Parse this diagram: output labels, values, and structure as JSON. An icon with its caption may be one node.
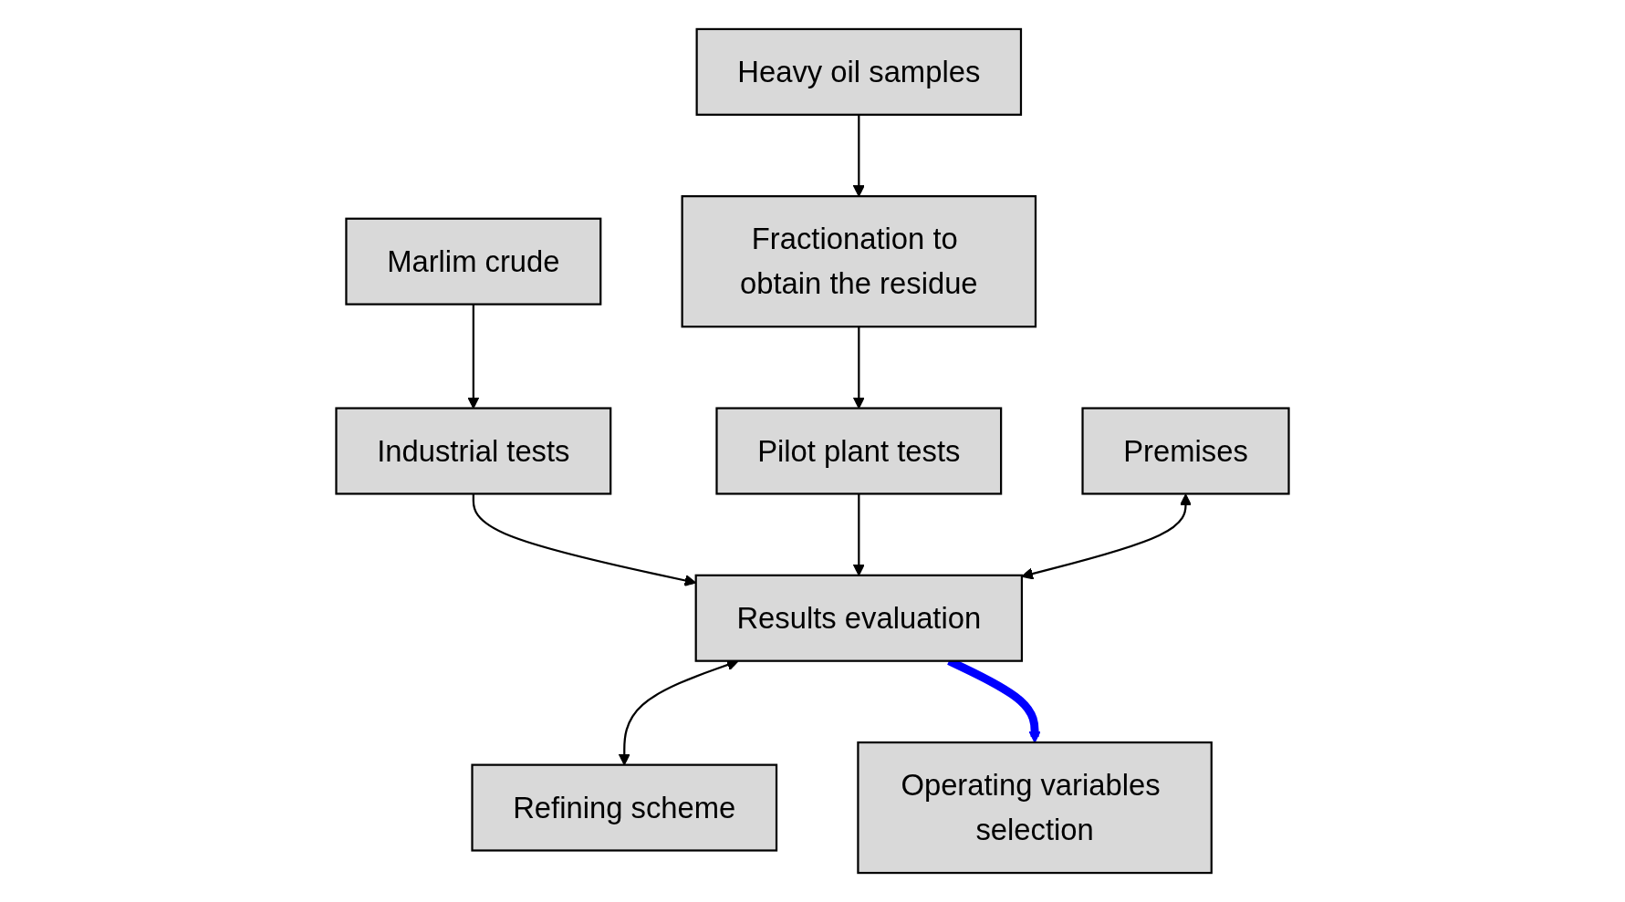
{
  "diagram": {
    "nodes": [
      {
        "text": [
          "Heavy oil samples"
        ]
      },
      {
        "text": [
          "Fractionation to obtain the residue"
        ]
      },
      {
        "text": [
          "Marlim crude"
        ]
      },
      {
        "text": [
          "Industrial tests"
        ]
      },
      {
        "text": [
          "Pilot plant tests"
        ]
      },
      {
        "text": [
          "Premises"
        ]
      },
      {
        "text": [
          "Results evaluation"
        ]
      },
      {
        "text": [
          "Refining scheme"
        ]
      },
      {
        "text": [
          "Operating variables selection"
        ]
      }
    ],
    "edges": [
      {
        "from": 0,
        "to": 1,
        "arrow": "to"
      },
      {
        "from": 1,
        "to": 4,
        "arrow": "to"
      },
      {
        "from": 2,
        "to": 3,
        "arrow": "to"
      },
      {
        "from": 3,
        "to": 6,
        "arrow": "to"
      },
      {
        "from": 4,
        "to": 6,
        "arrow": "to"
      },
      {
        "from": 5,
        "to": 6,
        "arrow": "both"
      },
      {
        "from": 6,
        "to": 7,
        "arrow": "both"
      },
      {
        "from": 6,
        "to": 8,
        "arrow": "to",
        "style": "thick",
        "color": "#0000ff"
      }
    ]
  }
}
